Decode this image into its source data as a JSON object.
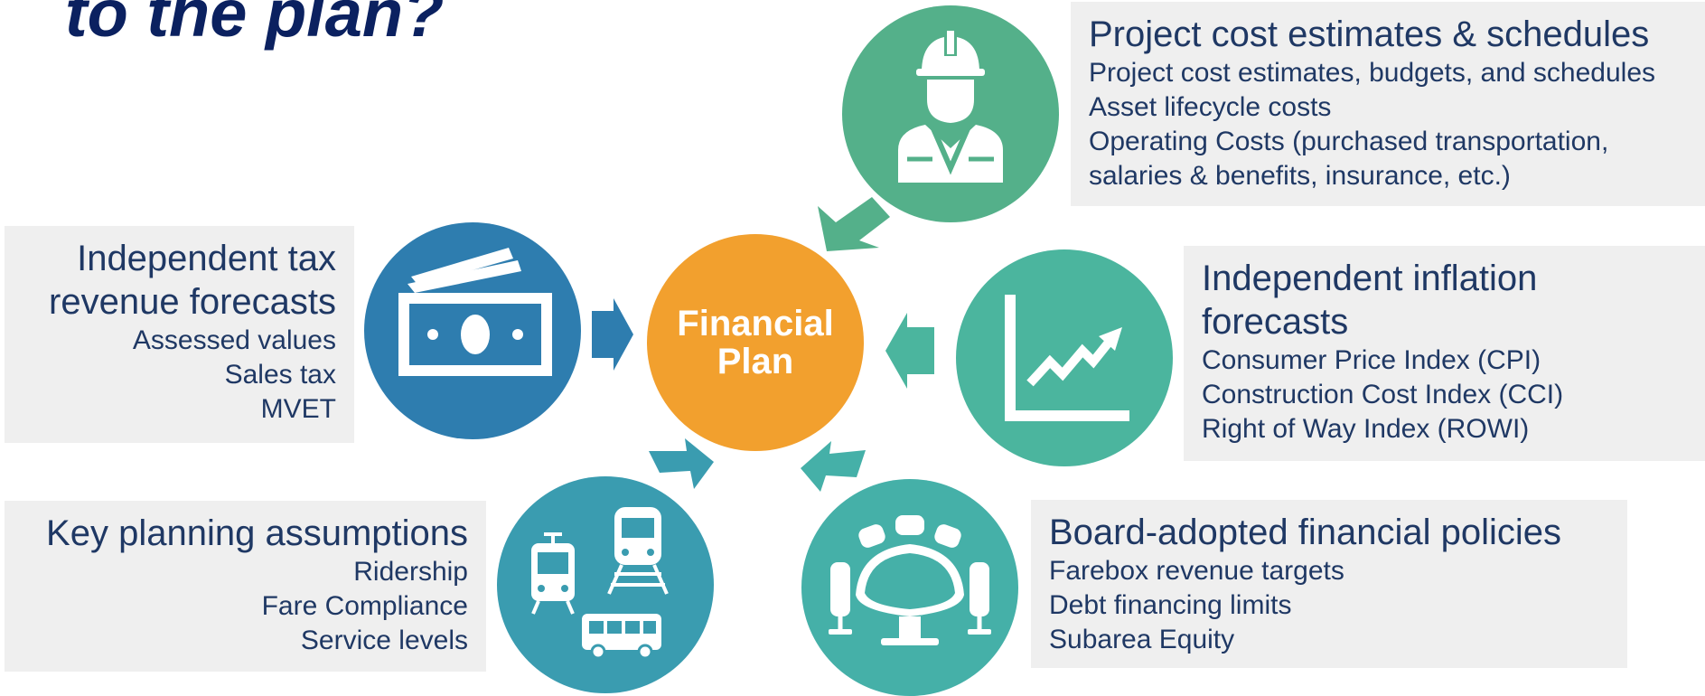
{
  "title": "to the plan?",
  "center": {
    "label": "Financial\nPlan",
    "color": "#f2a02e"
  },
  "sections": {
    "tax": {
      "heading_line1": "Independent tax",
      "heading_line2": "revenue forecasts",
      "items": [
        "Assessed values",
        "Sales tax",
        "MVET"
      ],
      "icon": "money-bills-icon",
      "color": "#2e7daf"
    },
    "assumptions": {
      "heading": "Key planning assumptions",
      "items": [
        "Ridership",
        "Fare Compliance",
        "Service levels"
      ],
      "icon": "transit-vehicles-icon",
      "color": "#3a9cb0"
    },
    "cost": {
      "heading": "Project cost estimates & schedules",
      "items": [
        "Project cost estimates, budgets, and schedules",
        "Asset lifecycle costs",
        "Operating Costs (purchased transportation,",
        "salaries & benefits, insurance, etc.)"
      ],
      "icon": "construction-worker-icon",
      "color": "#54b08a"
    },
    "inflation": {
      "heading_line1": "Independent inflation",
      "heading_line2": "forecasts",
      "items": [
        "Consumer Price Index (CPI)",
        "Construction Cost Index (CCI)",
        "Right of Way Index (ROWI)"
      ],
      "icon": "growth-chart-icon",
      "color": "#4bb59e"
    },
    "board": {
      "heading": "Board-adopted financial policies",
      "items": [
        "Farebox revenue targets",
        "Debt financing limits",
        "Subarea Equity"
      ],
      "icon": "conference-table-icon",
      "color": "#45b0a8"
    }
  }
}
